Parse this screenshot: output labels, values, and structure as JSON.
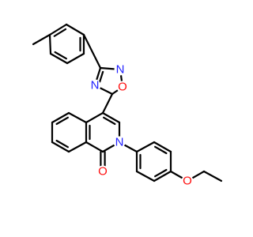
{
  "colors": {
    "bond": "#000000",
    "nitrogen": "#1f1fff",
    "oxygen": "#ff0d0d",
    "background": "#ffffff"
  },
  "molecule": {
    "atoms": [
      {
        "id": "me",
        "element": "C",
        "label": ""
      },
      {
        "id": "t1",
        "element": "C",
        "label": ""
      },
      {
        "id": "t2",
        "element": "C",
        "label": ""
      },
      {
        "id": "t3",
        "element": "C",
        "label": ""
      },
      {
        "id": "t4",
        "element": "C",
        "label": ""
      },
      {
        "id": "t5",
        "element": "C",
        "label": ""
      },
      {
        "id": "t6",
        "element": "C",
        "label": ""
      },
      {
        "id": "ox3",
        "element": "C",
        "label": ""
      },
      {
        "id": "n4",
        "element": "N",
        "label": "N"
      },
      {
        "id": "o1",
        "element": "O",
        "label": "O"
      },
      {
        "id": "n2",
        "element": "N",
        "label": "N"
      },
      {
        "id": "ox5",
        "element": "C",
        "label": ""
      },
      {
        "id": "c4",
        "element": "C",
        "label": ""
      },
      {
        "id": "c3",
        "element": "C",
        "label": ""
      },
      {
        "id": "nq",
        "element": "N",
        "label": "N"
      },
      {
        "id": "c1",
        "element": "C",
        "label": ""
      },
      {
        "id": "oc",
        "element": "O",
        "label": "O"
      },
      {
        "id": "c8a",
        "element": "C",
        "label": ""
      },
      {
        "id": "c4a",
        "element": "C",
        "label": ""
      },
      {
        "id": "b5",
        "element": "C",
        "label": ""
      },
      {
        "id": "b6",
        "element": "C",
        "label": ""
      },
      {
        "id": "b7",
        "element": "C",
        "label": ""
      },
      {
        "id": "b8",
        "element": "C",
        "label": ""
      },
      {
        "id": "p1",
        "element": "C",
        "label": ""
      },
      {
        "id": "p2",
        "element": "C",
        "label": ""
      },
      {
        "id": "p3",
        "element": "C",
        "label": ""
      },
      {
        "id": "p4",
        "element": "C",
        "label": ""
      },
      {
        "id": "p5",
        "element": "C",
        "label": ""
      },
      {
        "id": "p6",
        "element": "C",
        "label": ""
      },
      {
        "id": "oe",
        "element": "O",
        "label": "O"
      },
      {
        "id": "e1",
        "element": "C",
        "label": ""
      },
      {
        "id": "e2",
        "element": "C",
        "label": ""
      }
    ],
    "bonds": [
      {
        "a": "me",
        "b": "t1",
        "order": 1
      },
      {
        "a": "t1",
        "b": "t2",
        "order": 2
      },
      {
        "a": "t2",
        "b": "t3",
        "order": 1
      },
      {
        "a": "t3",
        "b": "t4",
        "order": 2
      },
      {
        "a": "t4",
        "b": "t5",
        "order": 1
      },
      {
        "a": "t5",
        "b": "t6",
        "order": 2
      },
      {
        "a": "t6",
        "b": "t1",
        "order": 1
      },
      {
        "a": "t3",
        "b": "ox3",
        "order": 1
      },
      {
        "a": "ox3",
        "b": "n4",
        "order": 2
      },
      {
        "a": "n4",
        "b": "ox5",
        "order": 1
      },
      {
        "a": "ox5",
        "b": "o1",
        "order": 1
      },
      {
        "a": "o1",
        "b": "n2",
        "order": 1
      },
      {
        "a": "n2",
        "b": "ox3",
        "order": 1
      },
      {
        "a": "ox5",
        "b": "c4",
        "order": 1
      },
      {
        "a": "c4",
        "b": "c3",
        "order": 2
      },
      {
        "a": "c3",
        "b": "nq",
        "order": 1
      },
      {
        "a": "nq",
        "b": "c1",
        "order": 1
      },
      {
        "a": "c1",
        "b": "oc",
        "order": 2
      },
      {
        "a": "c1",
        "b": "c8a",
        "order": 1
      },
      {
        "a": "c8a",
        "b": "c4a",
        "order": 2
      },
      {
        "a": "c4a",
        "b": "c4",
        "order": 1
      },
      {
        "a": "c4a",
        "b": "b5",
        "order": 1
      },
      {
        "a": "b5",
        "b": "b6",
        "order": 2
      },
      {
        "a": "b6",
        "b": "b7",
        "order": 1
      },
      {
        "a": "b7",
        "b": "b8",
        "order": 2
      },
      {
        "a": "b8",
        "b": "c8a",
        "order": 1
      },
      {
        "a": "nq",
        "b": "p1",
        "order": 1
      },
      {
        "a": "p1",
        "b": "p2",
        "order": 2
      },
      {
        "a": "p2",
        "b": "p3",
        "order": 1
      },
      {
        "a": "p3",
        "b": "p4",
        "order": 2
      },
      {
        "a": "p4",
        "b": "p5",
        "order": 1
      },
      {
        "a": "p5",
        "b": "p6",
        "order": 2
      },
      {
        "a": "p6",
        "b": "p1",
        "order": 1
      },
      {
        "a": "p4",
        "b": "oe",
        "order": 1
      },
      {
        "a": "oe",
        "b": "e1",
        "order": 1
      },
      {
        "a": "e1",
        "b": "e2",
        "order": 1
      }
    ]
  }
}
